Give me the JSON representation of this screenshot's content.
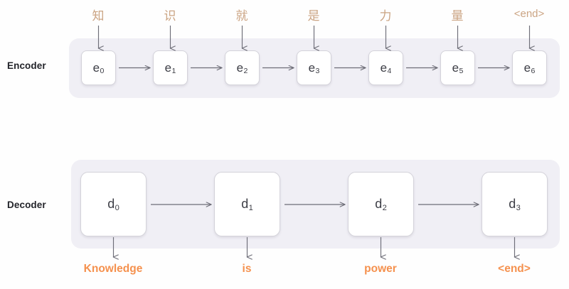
{
  "rows": {
    "encoder": {
      "label": "Encoder",
      "cells": [
        {
          "base": "e",
          "sub": "0"
        },
        {
          "base": "e",
          "sub": "1"
        },
        {
          "base": "e",
          "sub": "2"
        },
        {
          "base": "e",
          "sub": "3"
        },
        {
          "base": "e",
          "sub": "4"
        },
        {
          "base": "e",
          "sub": "5"
        },
        {
          "base": "e",
          "sub": "6"
        }
      ],
      "input_tokens": [
        "知",
        "识",
        "就",
        "是",
        "力",
        "量",
        "<end>"
      ]
    },
    "decoder": {
      "label": "Decoder",
      "cells": [
        {
          "base": "d",
          "sub": "0"
        },
        {
          "base": "d",
          "sub": "1"
        },
        {
          "base": "d",
          "sub": "2"
        },
        {
          "base": "d",
          "sub": "3"
        }
      ],
      "output_tokens": [
        "Knowledge",
        "is",
        "power",
        "<end>"
      ]
    }
  },
  "colors": {
    "band": "#F0EFF5",
    "cell_fill": "#FFFFFF",
    "cell_border": "#D4D3DA",
    "cell_text": "#3C3D45",
    "input_token": "#CBA483",
    "output_token": "#F5914E",
    "arrow": "#6E6E78",
    "row_label": "#23242A",
    "background": "#FEFEFE"
  }
}
